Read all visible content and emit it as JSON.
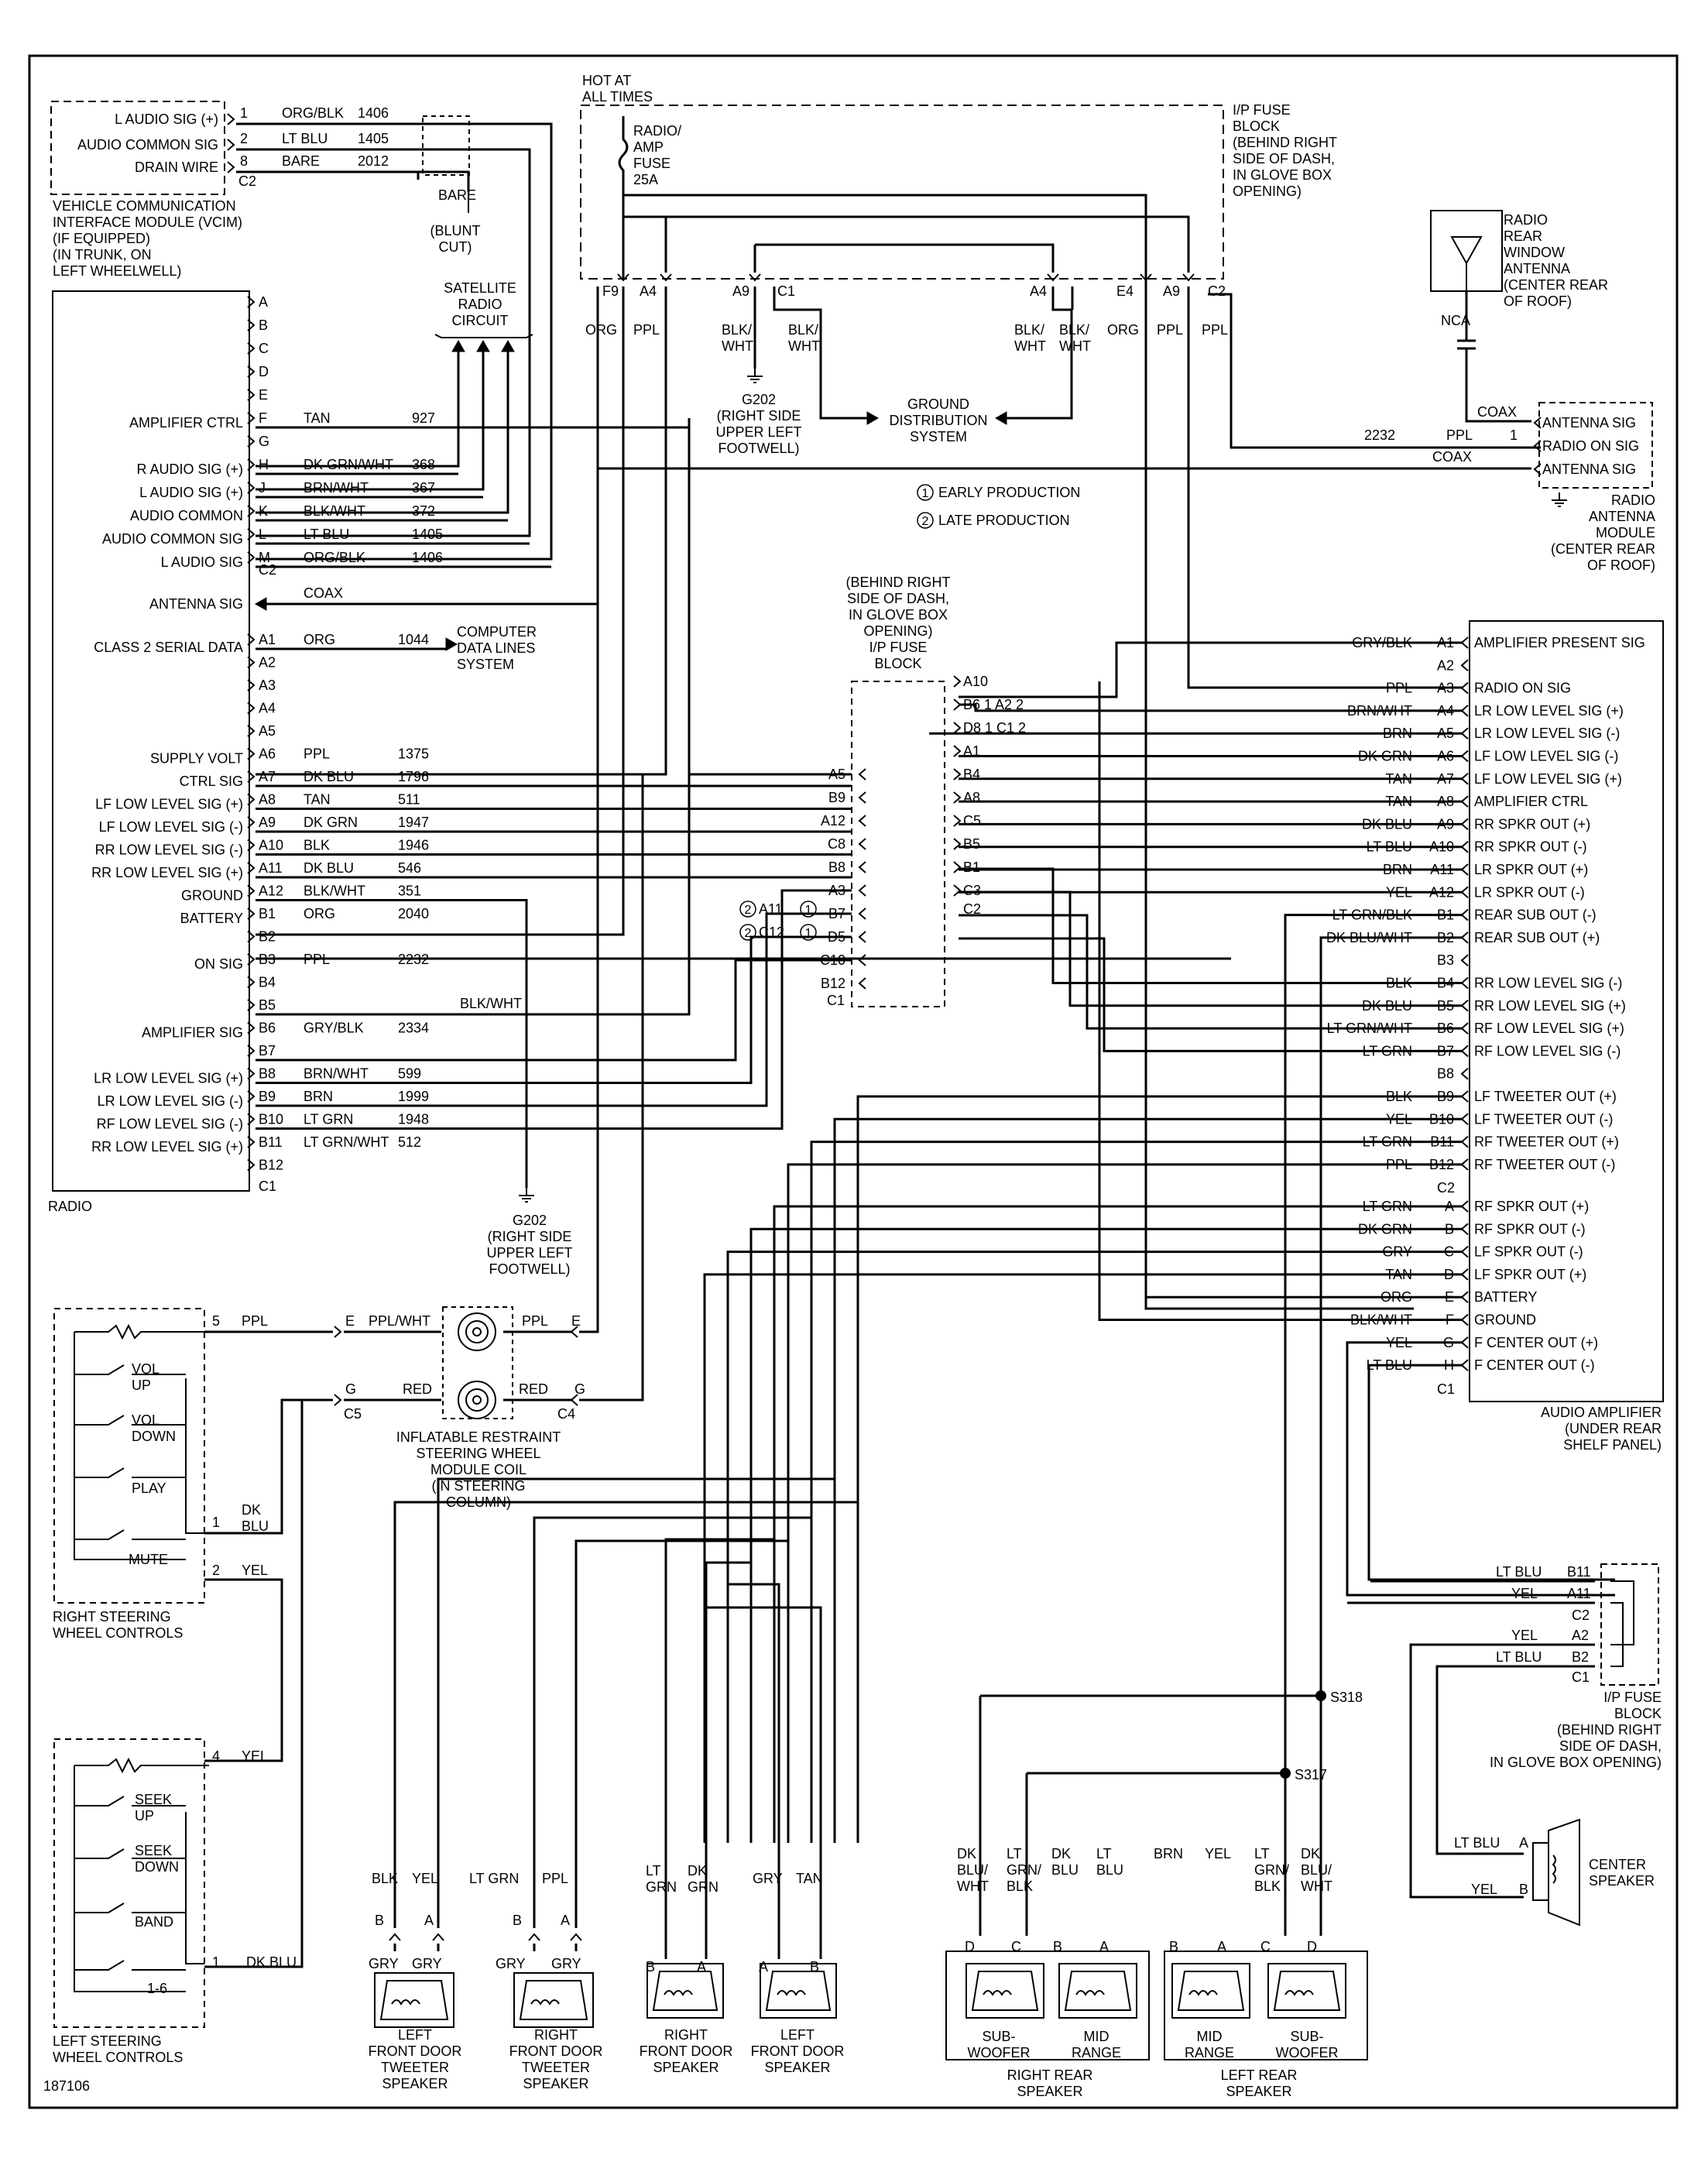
{
  "figure_id": "187106",
  "labels": {
    "vcim_title": [
      "VEHICLE COMMUNICATION",
      "INTERFACE MODULE (VCIM)",
      "(IF EQUIPPED)",
      "(IN TRUNK, ON",
      "LEFT WHEELWELL)"
    ],
    "vcim_pins": [
      "L AUDIO SIG (+)",
      "AUDIO COMMON SIG",
      "DRAIN WIRE"
    ],
    "vcim_wires": [
      {
        "pin": "1",
        "color": "ORG/BLK",
        "circuit": "1406"
      },
      {
        "pin": "2",
        "color": "LT BLU",
        "circuit": "1405"
      },
      {
        "pin": "8",
        "color": "BARE",
        "circuit": "2012"
      }
    ],
    "vcim_conn": "C2",
    "bare": "BARE",
    "blunt_cut": [
      "(BLUNT",
      "CUT)"
    ],
    "sat_radio": [
      "SATELLITE",
      "RADIO",
      "CIRCUIT"
    ],
    "hot_at": [
      "HOT AT",
      "ALL TIMES"
    ],
    "fuse": [
      "RADIO/",
      "AMP",
      "FUSE",
      "25A"
    ],
    "ip_fuse_top": [
      "I/P FUSE",
      "BLOCK",
      "(BEHIND RIGHT",
      "SIDE OF DASH,",
      "IN GLOVE BOX",
      "OPENING)"
    ],
    "fuse_pins_top": [
      "F9",
      "A4",
      "A9",
      "C1",
      "A4",
      "E4",
      "A9",
      "C2"
    ],
    "fuse_colors_top": [
      "ORG",
      "PPL",
      "BLK/",
      "WHT",
      "BLK/",
      "WHT",
      "BLK/",
      "WHT",
      "BLK/",
      "WHT",
      "ORG",
      "PPL",
      "PPL"
    ],
    "g202_top": [
      "G202",
      "(RIGHT SIDE",
      "UPPER LEFT",
      "FOOTWELL)"
    ],
    "ground_dist": [
      "GROUND",
      "DISTRIBUTION",
      "SYSTEM"
    ],
    "early": "EARLY PRODUCTION",
    "late": "LATE PRODUCTION",
    "radio_ant": [
      "RADIO",
      "REAR",
      "WINDOW",
      "ANTENNA",
      "(CENTER REAR",
      "OF ROOF)"
    ],
    "nca": "NCA",
    "coax": "COAX",
    "ant_module_pins": [
      "ANTENNA SIG",
      "RADIO ON SIG",
      "ANTENNA SIG"
    ],
    "ant_module_title": [
      "RADIO",
      "ANTENNA",
      "MODULE",
      "(CENTER REAR",
      "OF ROOF)"
    ],
    "ant_wire": {
      "circuit": "2232",
      "color": "PPL",
      "pin": "1"
    },
    "radio_pins_c2": [
      {
        "pin": "A",
        "name": ""
      },
      {
        "pin": "B",
        "name": ""
      },
      {
        "pin": "C",
        "name": ""
      },
      {
        "pin": "D",
        "name": ""
      },
      {
        "pin": "E",
        "name": ""
      },
      {
        "pin": "F",
        "name": "AMPLIFIER CTRL",
        "color": "TAN",
        "circuit": "927"
      },
      {
        "pin": "G",
        "name": ""
      },
      {
        "pin": "H",
        "name": "R AUDIO SIG (+)",
        "color": "DK GRN/WHT",
        "circuit": "368"
      },
      {
        "pin": "J",
        "name": "L AUDIO SIG (+)",
        "color": "BRN/WHT",
        "circuit": "367"
      },
      {
        "pin": "K",
        "name": "AUDIO COMMON",
        "color": "BLK/WHT",
        "circuit": "372"
      },
      {
        "pin": "L",
        "name": "AUDIO COMMON SIG",
        "color": "LT BLU",
        "circuit": "1405"
      },
      {
        "pin": "M",
        "name": "L AUDIO SIG",
        "color": "ORG/BLK",
        "circuit": "1406"
      }
    ],
    "radio_c2": "C2",
    "antenna_sig": "ANTENNA SIG",
    "class2": "CLASS 2 SERIAL DATA",
    "computer_data": [
      "COMPUTER",
      "DATA LINES",
      "SYSTEM"
    ],
    "radio_pins_c1": [
      {
        "pin": "A1",
        "name": "",
        "color": "ORG",
        "circuit": "1044"
      },
      {
        "pin": "A2"
      },
      {
        "pin": "A3"
      },
      {
        "pin": "A4"
      },
      {
        "pin": "A5"
      },
      {
        "pin": "A6",
        "name": "SUPPLY VOLT",
        "color": "PPL",
        "circuit": "1375"
      },
      {
        "pin": "A7",
        "name": "CTRL SIG",
        "color": "DK BLU",
        "circuit": "1796"
      },
      {
        "pin": "A8",
        "name": "LF LOW LEVEL SIG (+)",
        "color": "TAN",
        "circuit": "511"
      },
      {
        "pin": "A9",
        "name": "LF LOW LEVEL SIG (-)",
        "color": "DK GRN",
        "circuit": "1947"
      },
      {
        "pin": "A10",
        "name": "RR LOW LEVEL SIG (-)",
        "color": "BLK",
        "circuit": "1946"
      },
      {
        "pin": "A11",
        "name": "RR LOW LEVEL SIG (+)",
        "color": "DK BLU",
        "circuit": "546"
      },
      {
        "pin": "A12",
        "name": "GROUND",
        "color": "BLK/WHT",
        "circuit": "351"
      },
      {
        "pin": "B1",
        "name": "BATTERY",
        "color": "ORG",
        "circuit": "2040"
      },
      {
        "pin": "B2"
      },
      {
        "pin": "B3",
        "name": "ON SIG",
        "color": "PPL",
        "circuit": "2232"
      },
      {
        "pin": "B4"
      },
      {
        "pin": "B5"
      },
      {
        "pin": "B6",
        "name": "AMPLIFIER SIG",
        "color": "GRY/BLK",
        "circuit": "2334"
      },
      {
        "pin": "B7"
      },
      {
        "pin": "B8",
        "name": "LR LOW LEVEL SIG (+)",
        "color": "BRN/WHT",
        "circuit": "599"
      },
      {
        "pin": "B9",
        "name": "LR LOW LEVEL SIG (-)",
        "color": "BRN",
        "circuit": "1999"
      },
      {
        "pin": "B10",
        "name": "RF LOW LEVEL SIG (-)",
        "color": "LT GRN",
        "circuit": "1948"
      },
      {
        "pin": "B11",
        "name": "RR LOW LEVEL SIG (+)",
        "color": "LT GRN/WHT",
        "circuit": "512"
      },
      {
        "pin": "B12"
      }
    ],
    "radio_c1": "C1",
    "radio": "RADIO",
    "blk_wht": "BLK/WHT",
    "g202_mid": [
      "G202",
      "(RIGHT SIDE",
      "UPPER LEFT",
      "FOOTWELL)"
    ],
    "ip_fuse_mid": [
      "(BEHIND RIGHT",
      "SIDE OF DASH,",
      "IN GLOVE BOX",
      "OPENING)",
      "I/P FUSE",
      "BLOCK"
    ],
    "fuse_mid_left": [
      "A5",
      "B9",
      "A12",
      "C8",
      "B8",
      "A3",
      "B7",
      "D5",
      "C10",
      "B12",
      "C1"
    ],
    "fuse_mid_left_alt": [
      "2 A11 1 B7",
      "2 C12 1 D5"
    ],
    "fuse_mid_right": [
      "A10",
      "B6 1 A2 2",
      "D8 1 C1 2",
      "A1",
      "B4",
      "A8",
      "C5",
      "B5",
      "B1",
      "C3",
      "C2"
    ],
    "amp_pins": [
      {
        "pin": "A1",
        "color": "GRY/BLK",
        "name": "AMPLIFIER PRESENT SIG"
      },
      {
        "pin": "A2",
        "color": "",
        "name": ""
      },
      {
        "pin": "A3",
        "color": "PPL",
        "name": "RADIO ON SIG"
      },
      {
        "pin": "A4",
        "color": "BRN/WHT",
        "name": "LR LOW LEVEL SIG (+)"
      },
      {
        "pin": "A5",
        "color": "BRN",
        "name": "LR LOW LEVEL SIG (-)"
      },
      {
        "pin": "A6",
        "color": "DK GRN",
        "name": "LF LOW LEVEL SIG (-)"
      },
      {
        "pin": "A7",
        "color": "TAN",
        "name": "LF LOW LEVEL SIG (+)"
      },
      {
        "pin": "A8",
        "color": "TAN",
        "name": "AMPLIFIER CTRL"
      },
      {
        "pin": "A9",
        "color": "DK BLU",
        "name": "RR SPKR OUT (+)"
      },
      {
        "pin": "A10",
        "color": "LT BLU",
        "name": "RR SPKR OUT (-)"
      },
      {
        "pin": "A11",
        "color": "BRN",
        "name": "LR SPKR OUT (+)"
      },
      {
        "pin": "A12",
        "color": "YEL",
        "name": "LR SPKR OUT (-)"
      },
      {
        "pin": "B1",
        "color": "LT GRN/BLK",
        "name": "REAR SUB OUT (-)"
      },
      {
        "pin": "B2",
        "color": "DK BLU/WHT",
        "name": "REAR SUB OUT (+)"
      },
      {
        "pin": "B3",
        "color": "",
        "name": ""
      },
      {
        "pin": "B4",
        "color": "BLK",
        "name": "RR LOW LEVEL SIG (-)"
      },
      {
        "pin": "B5",
        "color": "DK BLU",
        "name": "RR LOW LEVEL SIG (+)"
      },
      {
        "pin": "B6",
        "color": "LT GRN/WHT",
        "name": "RF LOW LEVEL SIG (+)"
      },
      {
        "pin": "B7",
        "color": "LT GRN",
        "name": "RF LOW LEVEL SIG (-)"
      },
      {
        "pin": "B8",
        "color": "",
        "name": ""
      },
      {
        "pin": "B9",
        "color": "BLK",
        "name": "LF TWEETER OUT (+)"
      },
      {
        "pin": "B10",
        "color": "YEL",
        "name": "LF TWEETER OUT (-)"
      },
      {
        "pin": "B11",
        "color": "LT GRN",
        "name": "RF TWEETER OUT (+)"
      },
      {
        "pin": "B12",
        "color": "PPL",
        "name": "RF TWEETER OUT (-)"
      }
    ],
    "amp_c2": "C2",
    "amp_pins_c1": [
      {
        "pin": "A",
        "color": "LT GRN",
        "name": "RF SPKR OUT (+)"
      },
      {
        "pin": "B",
        "color": "DK GRN",
        "name": "RF SPKR OUT (-)"
      },
      {
        "pin": "C",
        "color": "GRY",
        "name": "LF SPKR OUT (-)"
      },
      {
        "pin": "D",
        "color": "TAN",
        "name": "LF SPKR OUT (+)"
      },
      {
        "pin": "E",
        "color": "ORG",
        "name": "BATTERY"
      },
      {
        "pin": "F",
        "color": "BLK/WHT",
        "name": "GROUND"
      },
      {
        "pin": "G",
        "color": "YEL",
        "name": "F CENTER OUT (+)"
      },
      {
        "pin": "H",
        "color": "LT BLU",
        "name": "F CENTER OUT (-)"
      }
    ],
    "amp_c1": "C1",
    "amp_title": [
      "AUDIO AMPLIFIER",
      "(UNDER REAR",
      "SHELF PANEL)"
    ],
    "rswc": [
      "RIGHT STEERING",
      "WHEEL CONTROLS"
    ],
    "rswc_items": [
      "VOL",
      "UP",
      "VOL",
      "DOWN",
      "PLAY",
      "MUTE"
    ],
    "lswc": [
      "LEFT STEERING",
      "WHEEL CONTROLS"
    ],
    "lswc_items": [
      "SEEK",
      "UP",
      "SEEK",
      "DOWN",
      "BAND",
      "1-6"
    ],
    "coil": [
      "INFLATABLE RESTRAINT",
      "STEERING WHEEL",
      "MODULE COIL",
      "(IN STEERING",
      "COLUMN)"
    ],
    "coil_wires": [
      "5",
      "PPL",
      "E",
      "PPL/WHT",
      "PPL",
      "E",
      "G",
      "RED",
      "RED",
      "G",
      "C5",
      "C4",
      "1",
      "DK",
      "BLU",
      "2",
      "YEL",
      "4",
      "YEL",
      "1",
      "DK BLU"
    ],
    "ip_fuse_low": [
      "I/P FUSE",
      "BLOCK",
      "(BEHIND RIGHT",
      "SIDE OF DASH,",
      "IN GLOVE BOX OPENING)"
    ],
    "ip_fuse_low_wires": [
      "LT BLU",
      "B11",
      "YEL",
      "A11",
      "C2",
      "YEL",
      "A2",
      "LT BLU",
      "B2",
      "C1"
    ],
    "center_speaker": [
      "CENTER",
      "SPEAKER"
    ],
    "center_wires": [
      "LT BLU",
      "A",
      "YEL",
      "B"
    ],
    "s318": "S318",
    "s317": "S317",
    "speakers": [
      {
        "title": [
          "LEFT",
          "FRONT DOOR",
          "TWEETER",
          "SPEAKER"
        ],
        "top": [
          "BLK",
          "YEL"
        ],
        "pins": [
          "B",
          "A"
        ],
        "bottom": [
          "GRY",
          "GRY"
        ]
      },
      {
        "title": [
          "RIGHT",
          "FRONT DOOR",
          "TWEETER",
          "SPEAKER"
        ],
        "top": [
          "LT GRN",
          "PPL"
        ],
        "pins": [
          "B",
          "A"
        ],
        "bottom": [
          "GRY",
          "GRY"
        ]
      },
      {
        "title": [
          "RIGHT",
          "FRONT DOOR",
          "SPEAKER"
        ],
        "top": [
          "LT",
          "GRN",
          "DK",
          "GRN"
        ],
        "pins": [
          "B",
          "A"
        ]
      },
      {
        "title": [
          "LEFT",
          "FRONT DOOR",
          "SPEAKER"
        ],
        "top": [
          "GRY",
          "TAN"
        ],
        "pins": [
          "A",
          "B"
        ]
      },
      {
        "title": [
          "RIGHT REAR",
          "SPEAKER"
        ],
        "sub": [
          "SUB-",
          "WOOFER"
        ],
        "mid": [
          "MID",
          "RANGE"
        ],
        "top": [
          "DK",
          "BLU/",
          "WHT",
          "LT",
          "GRN/",
          "BLK",
          "DK",
          "BLU",
          "LT",
          "BLU"
        ],
        "pins": [
          "D",
          "C",
          "B",
          "A"
        ]
      },
      {
        "title": [
          "LEFT REAR",
          "SPEAKER"
        ],
        "sub": [
          "SUB-",
          "WOOFER"
        ],
        "mid": [
          "MID",
          "RANGE"
        ],
        "top": [
          "BRN",
          "YEL",
          "LT",
          "GRN/",
          "BLK",
          "DK",
          "BLU/",
          "WHT"
        ],
        "pins": [
          "B",
          "A",
          "C",
          "D"
        ]
      }
    ]
  }
}
